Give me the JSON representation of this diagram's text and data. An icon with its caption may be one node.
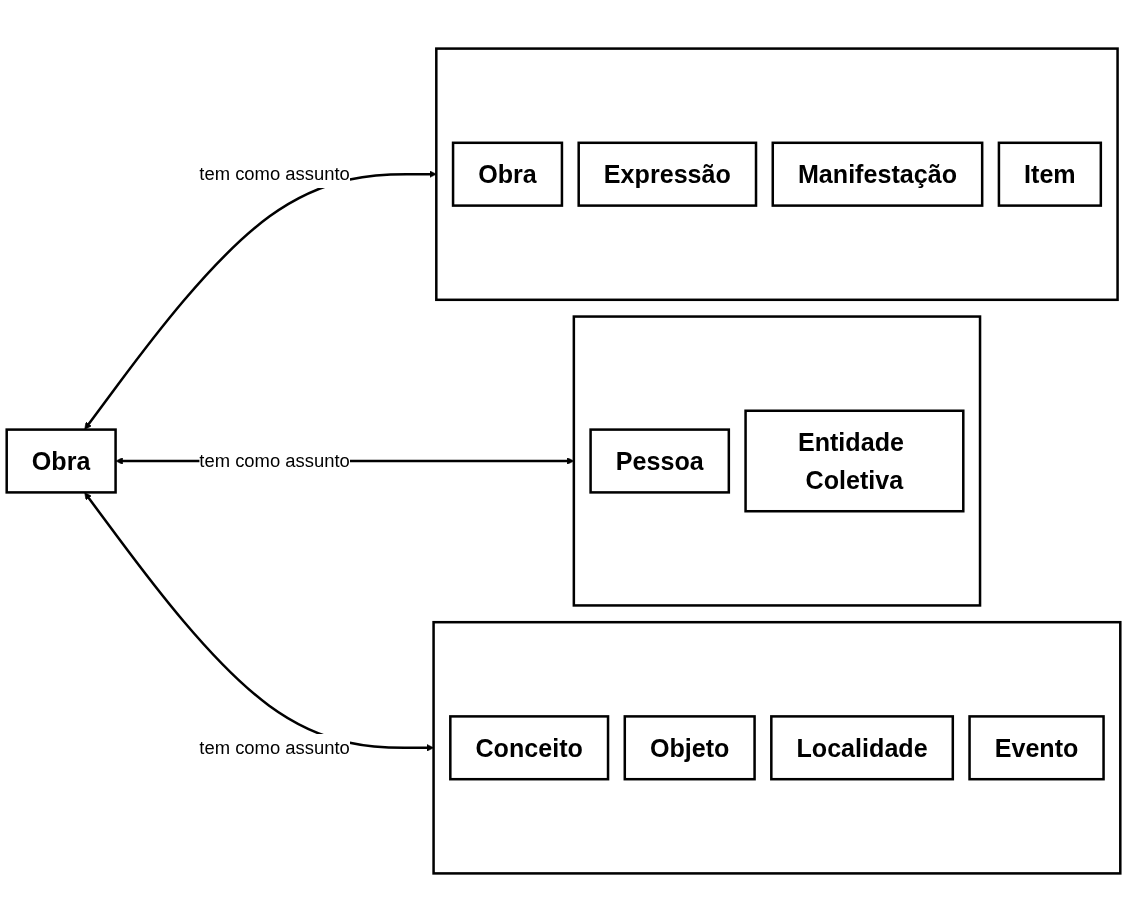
{
  "diagram": {
    "nodes": [
      {
        "text": [
          "Obra"
        ]
      },
      {
        "text": [],
        "shape": "box"
      },
      {
        "text": [
          "Obra"
        ],
        "in": 1
      },
      {
        "text": [
          "Expressão"
        ],
        "in": 1
      },
      {
        "text": [
          "Manifestação"
        ],
        "in": 1
      },
      {
        "text": [
          "Item"
        ],
        "in": 1
      },
      {
        "text": [],
        "shape": "box"
      },
      {
        "text": [
          "Pessoa"
        ],
        "in": 6
      },
      {
        "text": [
          "Entidade Coletiva"
        ],
        "in": 6
      },
      {
        "text": [],
        "shape": "box"
      },
      {
        "text": [
          "Conceito"
        ],
        "in": 9
      },
      {
        "text": [
          "Objeto"
        ],
        "in": 9
      },
      {
        "text": [
          "Localidade"
        ],
        "in": 9
      },
      {
        "text": [
          "Evento"
        ],
        "in": 9
      }
    ],
    "edges": [
      {
        "from": 0,
        "to": 1,
        "arrow": "both",
        "label": "tem como assunto"
      },
      {
        "from": 0,
        "to": 6,
        "arrow": "both",
        "label": "tem como assunto"
      },
      {
        "from": 0,
        "to": 9,
        "arrow": "both",
        "label": "tem como assunto"
      }
    ]
  }
}
